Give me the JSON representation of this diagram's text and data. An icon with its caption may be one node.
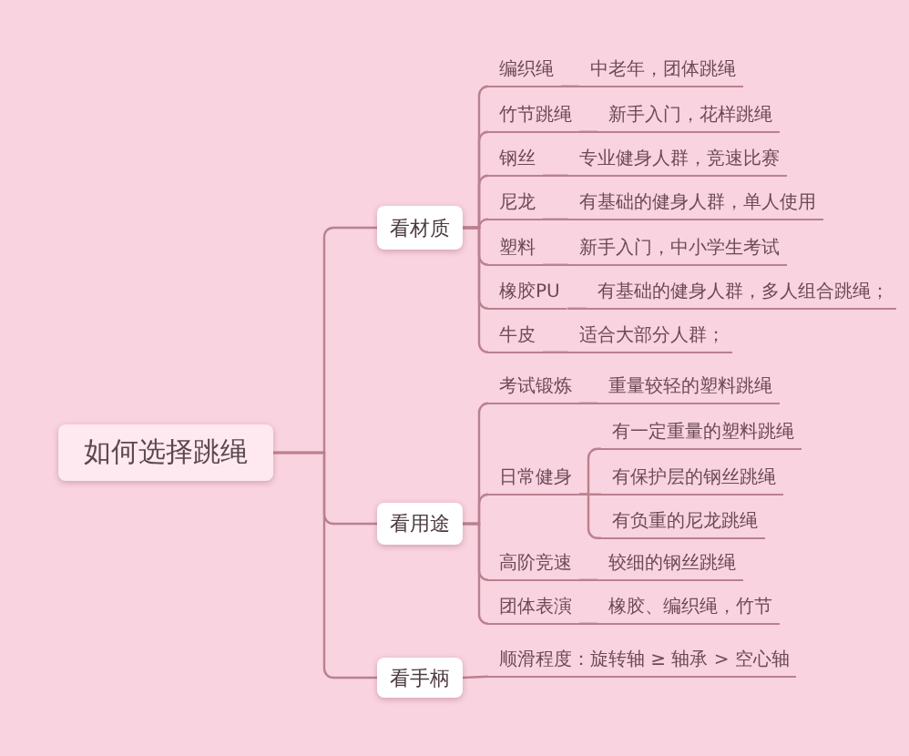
{
  "diagram": {
    "nodes": [
      {
        "text": [
          "如何选择跳绳"
        ]
      },
      {
        "text": [
          "看材质"
        ]
      },
      {
        "text": [
          "编织绳"
        ]
      },
      {
        "text": [
          "中老年，团体跳绳"
        ]
      },
      {
        "text": [
          "竹节跳绳"
        ]
      },
      {
        "text": [
          "新手入门，花样跳绳"
        ]
      },
      {
        "text": [
          "钢丝"
        ]
      },
      {
        "text": [
          "专业健身人群，竞速比赛"
        ]
      },
      {
        "text": [
          "尼龙"
        ]
      },
      {
        "text": [
          "有基础的健身人群，单人使用"
        ]
      },
      {
        "text": [
          "塑料"
        ]
      },
      {
        "text": [
          "新手入门，中小学生考试"
        ]
      },
      {
        "text": [
          "橡胶PU"
        ]
      },
      {
        "text": [
          "有基础的健身人群，多人组合跳绳；"
        ]
      },
      {
        "text": [
          "牛皮"
        ]
      },
      {
        "text": [
          "适合大部分人群；"
        ]
      },
      {
        "text": [
          "看用途"
        ]
      },
      {
        "text": [
          "考试锻炼"
        ]
      },
      {
        "text": [
          "重量较轻的塑料跳绳"
        ]
      },
      {
        "text": [
          "日常健身"
        ]
      },
      {
        "text": [
          "有一定重量的塑料跳绳"
        ]
      },
      {
        "text": [
          "有保护层的钢丝跳绳"
        ]
      },
      {
        "text": [
          "有负重的尼龙跳绳"
        ]
      },
      {
        "text": [
          "高阶竞速"
        ]
      },
      {
        "text": [
          "较细的钢丝跳绳"
        ]
      },
      {
        "text": [
          "团体表演"
        ]
      },
      {
        "text": [
          "橡胶、编织绳，竹节"
        ]
      },
      {
        "text": [
          "看手柄"
        ]
      },
      {
        "text": [
          "顺滑程度：旋转轴 ≥ 轴承 > 空心轴"
        ]
      }
    ],
    "edges": [
      {
        "from": 0,
        "to": 1,
        "arrow": "none"
      },
      {
        "from": 0,
        "to": 16,
        "arrow": "none"
      },
      {
        "from": 0,
        "to": 27,
        "arrow": "none"
      },
      {
        "from": 1,
        "to": 2,
        "arrow": "none"
      },
      {
        "from": 1,
        "to": 4,
        "arrow": "none"
      },
      {
        "from": 1,
        "to": 6,
        "arrow": "none"
      },
      {
        "from": 1,
        "to": 8,
        "arrow": "none"
      },
      {
        "from": 1,
        "to": 10,
        "arrow": "none"
      },
      {
        "from": 1,
        "to": 12,
        "arrow": "none"
      },
      {
        "from": 1,
        "to": 14,
        "arrow": "none"
      },
      {
        "from": 2,
        "to": 3,
        "arrow": "none"
      },
      {
        "from": 4,
        "to": 5,
        "arrow": "none"
      },
      {
        "from": 6,
        "to": 7,
        "arrow": "none"
      },
      {
        "from": 8,
        "to": 9,
        "arrow": "none"
      },
      {
        "from": 10,
        "to": 11,
        "arrow": "none"
      },
      {
        "from": 12,
        "to": 13,
        "arrow": "none"
      },
      {
        "from": 14,
        "to": 15,
        "arrow": "none"
      },
      {
        "from": 16,
        "to": 17,
        "arrow": "none"
      },
      {
        "from": 16,
        "to": 19,
        "arrow": "none"
      },
      {
        "from": 16,
        "to": 23,
        "arrow": "none"
      },
      {
        "from": 16,
        "to": 25,
        "arrow": "none"
      },
      {
        "from": 17,
        "to": 18,
        "arrow": "none"
      },
      {
        "from": 19,
        "to": 20,
        "arrow": "none"
      },
      {
        "from": 19,
        "to": 21,
        "arrow": "none"
      },
      {
        "from": 19,
        "to": 22,
        "arrow": "none"
      },
      {
        "from": 23,
        "to": 24,
        "arrow": "none"
      },
      {
        "from": 25,
        "to": 26,
        "arrow": "none"
      },
      {
        "from": 27,
        "to": 28,
        "arrow": "none"
      }
    ]
  }
}
